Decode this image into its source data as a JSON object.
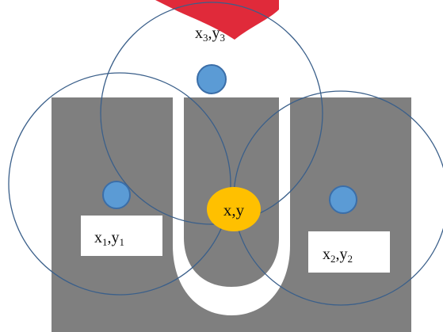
{
  "colors": {
    "background": "#ffffff",
    "logo_gray": "#7f7f7f",
    "logo_red": "#e02a3a",
    "circle_stroke": "#3a5f8a",
    "anchor_fill": "#5b9bd5",
    "anchor_stroke": "#3b6ea8",
    "target_fill": "#ffc000",
    "label_box": "#ffffff",
    "text": "#111111"
  },
  "anchors": [
    {
      "base_x": "x",
      "sub_x": "1",
      "base_y": "y",
      "sub_y": "1"
    },
    {
      "base_x": "x",
      "sub_x": "2",
      "base_y": "y",
      "sub_y": "2"
    },
    {
      "base_x": "x",
      "sub_x": "3",
      "base_y": "y",
      "sub_y": "3"
    }
  ],
  "target": {
    "label": "x,y"
  },
  "comma": ","
}
